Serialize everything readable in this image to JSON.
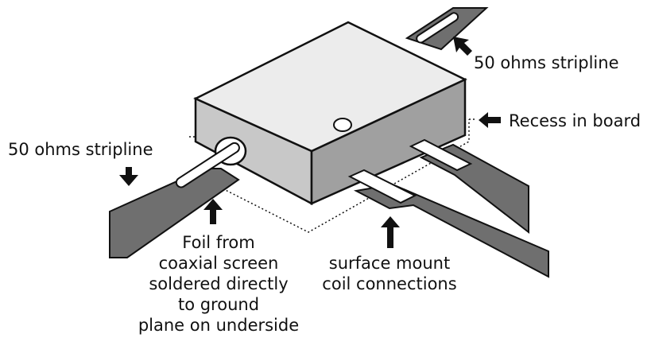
{
  "labels": {
    "stripline_top": "50 ohms stripline",
    "recess": "Recess in board",
    "stripline_left": "50 ohms stripline",
    "foil_lines": [
      "Foil from",
      "coaxial screen",
      "soldered directly",
      "to ground",
      "plane on underside"
    ],
    "smd_lines": [
      "surface mount",
      "coil connections"
    ]
  },
  "colors": {
    "box_top": "#ececec",
    "box_left": "#c8c8c8",
    "box_right": "#a0a0a0",
    "stripline": "#6f6f6f",
    "stroke": "#111111"
  }
}
